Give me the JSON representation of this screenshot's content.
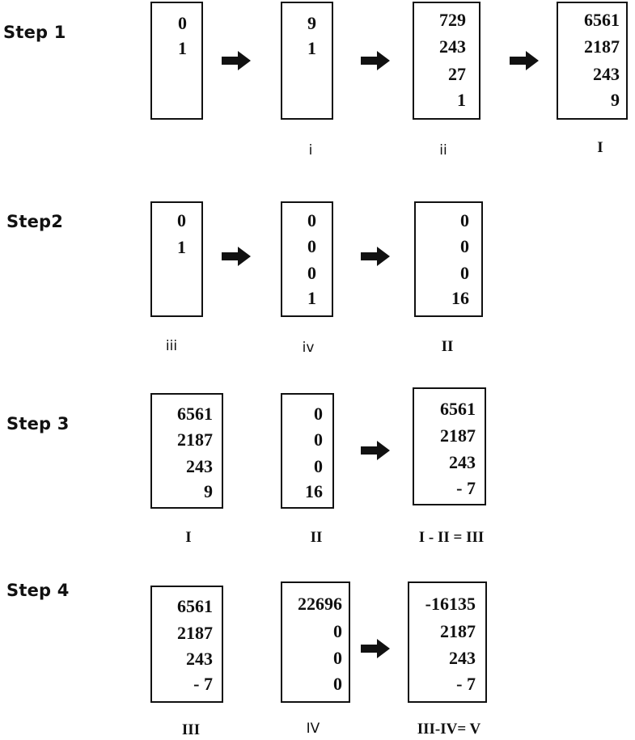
{
  "steps": [
    {
      "label": "Step 1",
      "boxes": [
        {
          "values": [
            "0",
            "1"
          ],
          "caption": ""
        },
        {
          "values": [
            "9",
            "1"
          ],
          "caption": "i"
        },
        {
          "values": [
            "729",
            "243",
            "27",
            "1"
          ],
          "caption": "ii"
        },
        {
          "values": [
            "6561",
            "2187",
            "243",
            "9"
          ],
          "caption": "I"
        }
      ]
    },
    {
      "label": "Step2",
      "boxes": [
        {
          "values": [
            "0",
            "1"
          ],
          "caption": "iii"
        },
        {
          "values": [
            "0",
            "0",
            "0",
            "1"
          ],
          "caption": "iv"
        },
        {
          "values": [
            "0",
            "0",
            "0",
            "16"
          ],
          "caption": "II"
        }
      ]
    },
    {
      "label": "Step 3",
      "boxes": [
        {
          "values": [
            "6561",
            "2187",
            "243",
            "9"
          ],
          "caption": "I"
        },
        {
          "values": [
            "0",
            "0",
            "0",
            "16"
          ],
          "caption": "II"
        },
        {
          "values": [
            "6561",
            "2187",
            "243",
            "- 7"
          ],
          "caption": "I - II = III"
        }
      ]
    },
    {
      "label": "Step 4",
      "boxes": [
        {
          "values": [
            "6561",
            "2187",
            "243",
            "- 7"
          ],
          "caption": "III"
        },
        {
          "values": [
            "22696",
            "0",
            "0",
            "0"
          ],
          "caption": "IV"
        },
        {
          "values": [
            "-16135",
            "2187",
            "243",
            "- 7"
          ],
          "caption": "III-IV= V"
        }
      ]
    }
  ]
}
